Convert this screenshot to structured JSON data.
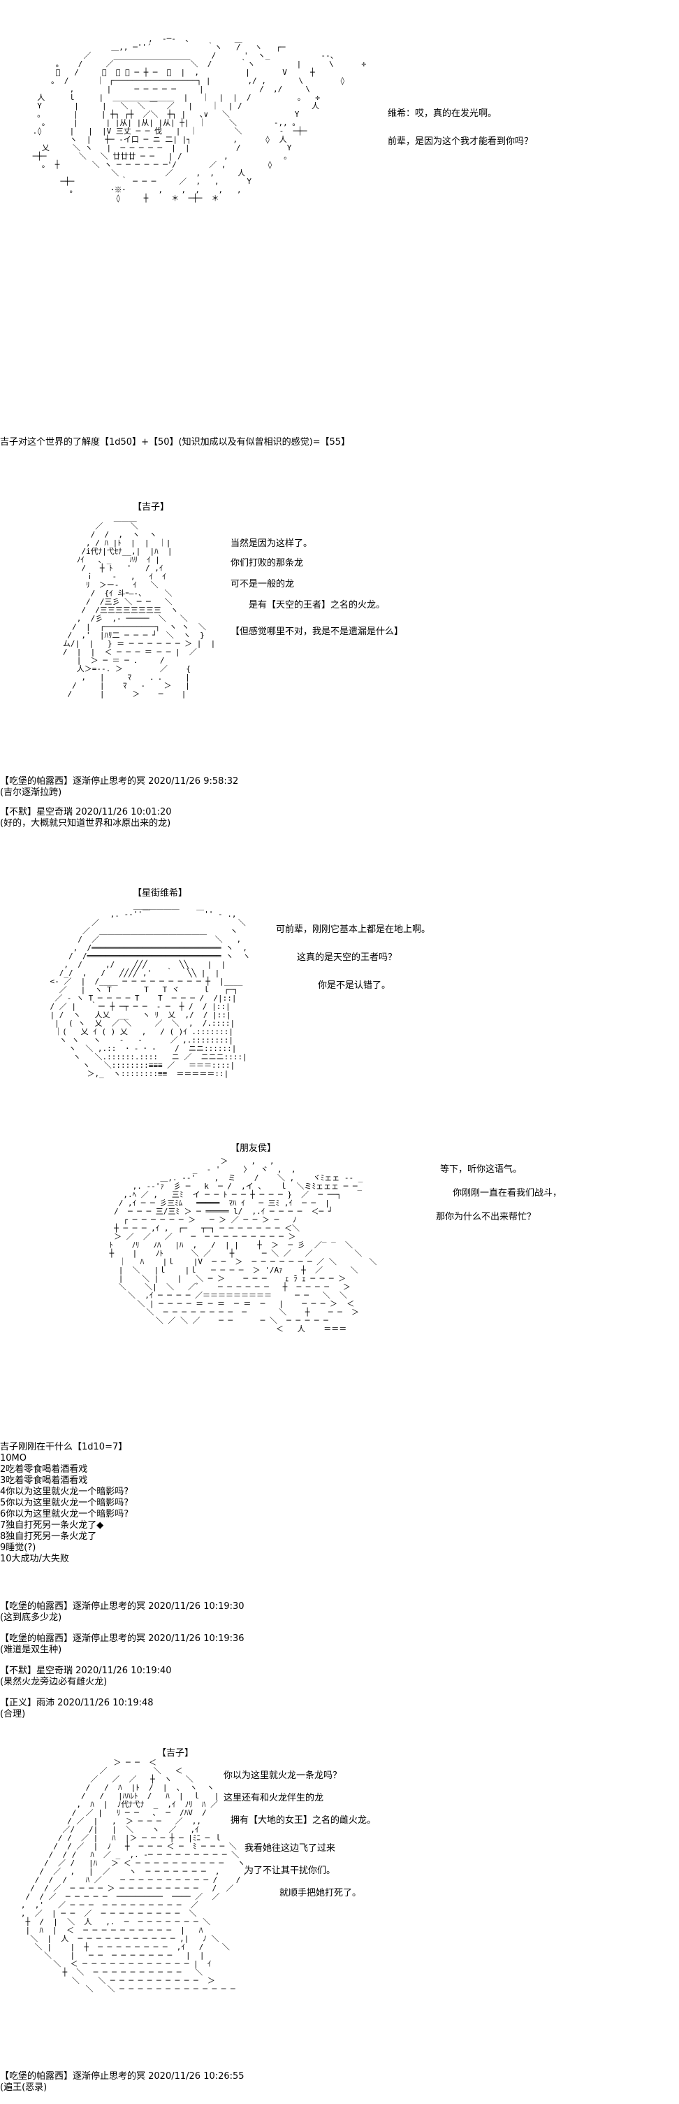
{
  "scene1": {
    "dialog": [
      "维希：哎，真的在发光啊。",
      "前辈，是因为这个我才能看到你吗？"
    ]
  },
  "roll1": "吉子对这个世界的了解度【1d50】+【50】(知识加成以及有似曾相识的感觉)=【55】",
  "scene2": {
    "speaker": "【吉子】",
    "dialog": [
      "当然是因为这样了。",
      "你们打败的那条龙",
      "可不是一般的龙",
      "是有【天空的王者】之名的火龙。",
      "【但感觉哪里不对，我是不是遗漏是什么】"
    ]
  },
  "comments1": [
    {
      "meta": "【吃堡的帕露西】逐渐停止思考的冥 2020/11/26 9:58:32",
      "text": "(吉尔逐渐拉跨)"
    },
    {
      "meta": "【不默】星空奇瑞 2020/11/26 10:01:20",
      "text": "(好的，大概就只知道世界和冰原出来的龙)"
    }
  ],
  "scene3": {
    "speaker": "【星街维希】",
    "dialog": [
      "可前辈，刚刚它基本上都是在地上啊。",
      "这真的是天空的王者吗？",
      "你是不是认错了。"
    ]
  },
  "scene4": {
    "speaker": "【朋友侯】",
    "dialog": [
      "等下，听你这语气。",
      "你刚刚一直在看我们战斗，",
      "那你为什么不出来帮忙？"
    ]
  },
  "roll2": {
    "title": "吉子刚刚在干什么【1d10=7】",
    "options": [
      "10MO",
      "2吃着零食喝着酒看戏",
      "3吃着零食喝着酒看戏",
      "4你以为这里就火龙一个暗影吗?",
      "5你以为这里就火龙一个暗影吗?",
      "6你以为这里就火龙一个暗影吗?",
      "7独自打死另一条火龙了◆",
      "8独自打死另一条火龙了",
      "9睡觉(?)",
      "10大成功/大失败"
    ]
  },
  "comments2": [
    {
      "meta": "【吃堡的帕露西】逐渐停止思考的冥 2020/11/26 10:19:30",
      "text": "(这到底多少龙)"
    },
    {
      "meta": "【吃堡的帕露西】逐渐停止思考的冥 2020/11/26 10:19:36",
      "text": "(难道是双生种)"
    },
    {
      "meta": "【不默】星空奇瑞 2020/11/26 10:19:40",
      "text": "(果然火龙旁边必有雌火龙)"
    },
    {
      "meta": "【正义】雨沛 2020/11/26 10:19:48",
      "text": "(合理)"
    }
  ],
  "scene5": {
    "speaker": "【吉子】",
    "dialog": [
      "你以为这里就火龙一条龙吗？",
      "这里还有和火龙伴生的龙",
      "拥有【大地的女王】之名的雌火龙。",
      "我看她往这边飞了过来",
      "为了不让其干扰你们。",
      "就顺手把她打死了。"
    ]
  },
  "comments3": [
    {
      "meta": "【吃堡的帕露西】逐渐停止思考的冥 2020/11/26 10:26:55",
      "text": "(遍王(恶录)"
    }
  ]
}
